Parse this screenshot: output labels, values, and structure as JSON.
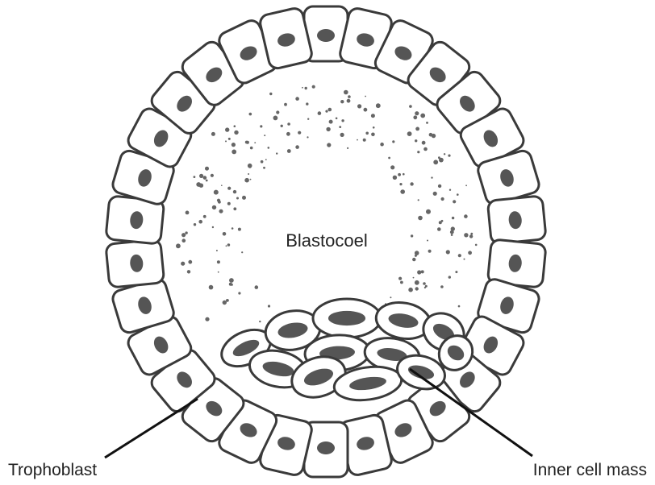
{
  "labels": {
    "center": "Blastocoel",
    "left": "Trophoblast",
    "right": "Inner cell mass"
  },
  "colors": {
    "outline": "#3a3a3a",
    "nucleus": "#555555",
    "fill": "#ffffff",
    "dots": "#666666"
  }
}
